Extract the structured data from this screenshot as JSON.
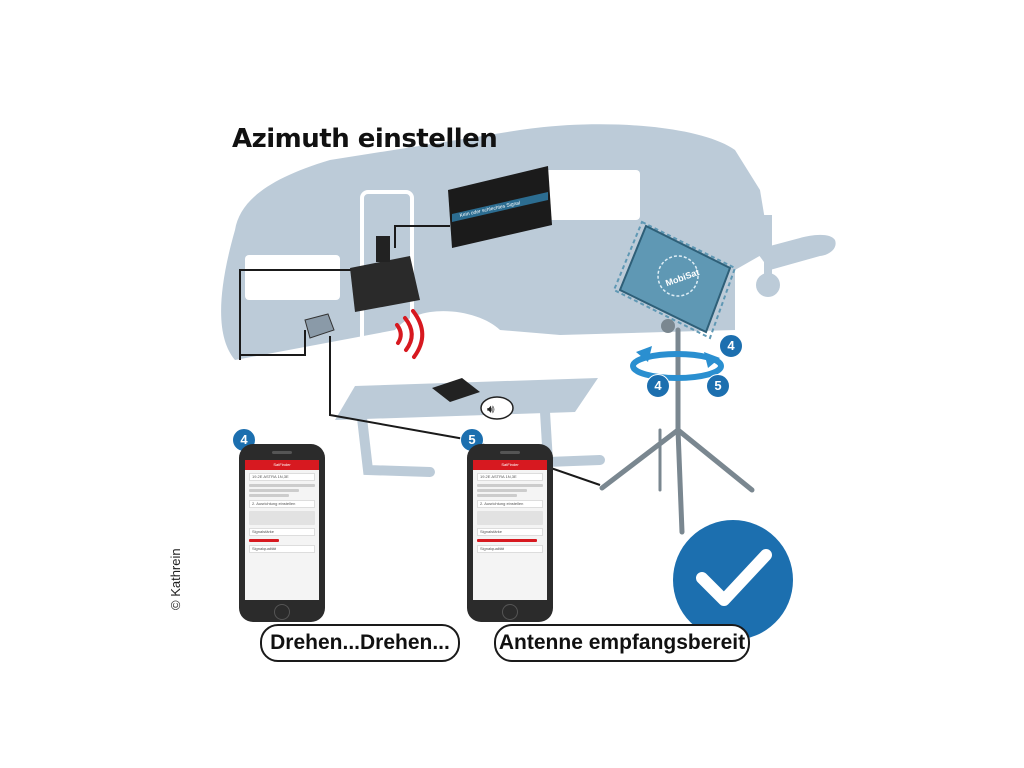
{
  "title": "Azimuth einstellen",
  "copyright": "© Kathrein",
  "tv_screen_text": "Kein oder schlechtes Signal",
  "antenna_logo": "MobiSat",
  "step_badges": {
    "step4": "4",
    "step5": "5",
    "rotate_a": "4",
    "rotate_b": "4",
    "rotate_c": "5"
  },
  "phone_left": {
    "badge": "4",
    "app_title": "SatFinder",
    "satellite": "19.2E ASTRA 1N,3E",
    "step_label": "2. Ausrichtung einstellen",
    "signal_strength": "Signalstärke",
    "signal_quality": "Signalqualität",
    "caption": "Drehen...Drehen..."
  },
  "phone_right": {
    "badge": "5",
    "app_title": "SatFinder",
    "satellite": "19.2E ASTRA 1N,3E",
    "step_label": "2. Ausrichtung einstellen",
    "signal_strength": "Signalstärke",
    "signal_quality": "Signalqualität",
    "caption": "Antenne empfangsbereit"
  },
  "colors": {
    "caravan": "#bccbd8",
    "cable": "#1a1a1a",
    "accent_blue": "#1c6faf",
    "antenna_blue": "#5f98b4",
    "wifi_red": "#d71920"
  },
  "icons": [
    "speaker-icon",
    "checkmark-icon",
    "wifi-signal-icon"
  ]
}
